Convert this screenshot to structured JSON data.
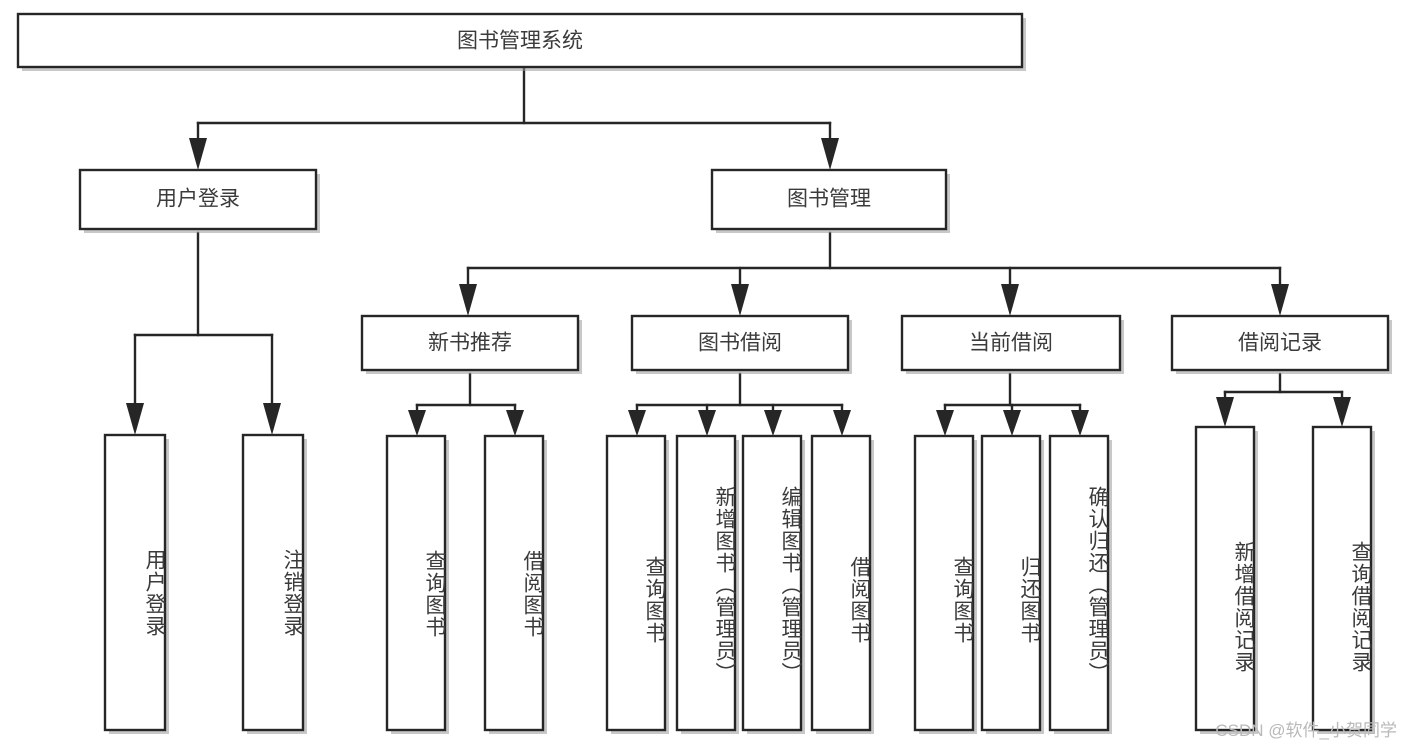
{
  "diagram": {
    "type": "tree",
    "title": "图书管理系统",
    "root": {
      "label": "图书管理系统"
    },
    "level2": [
      {
        "label": "用户登录"
      },
      {
        "label": "图书管理"
      }
    ],
    "level3": [
      {
        "label": "新书推荐"
      },
      {
        "label": "图书借阅"
      },
      {
        "label": "当前借阅"
      },
      {
        "label": "借阅记录"
      }
    ],
    "leaves": {
      "user_login": [
        {
          "label": "用户登录"
        },
        {
          "label": "注销登录"
        }
      ],
      "new_book_recommend": [
        {
          "label": "查询图书"
        },
        {
          "label": "借阅图书"
        }
      ],
      "book_borrow": [
        {
          "label": "查询图书"
        },
        {
          "label": "新增图书（管理员）"
        },
        {
          "label": "编辑图书（管理员）"
        },
        {
          "label": "借阅图书"
        }
      ],
      "current_borrow": [
        {
          "label": "查询图书"
        },
        {
          "label": "归还图书"
        },
        {
          "label": "确认归还（管理员）"
        }
      ],
      "borrow_record": [
        {
          "label": "新增借阅记录"
        },
        {
          "label": "查询借阅记录"
        }
      ]
    }
  },
  "watermark": {
    "text": "CSDN @软件_小贺同学"
  },
  "colors": {
    "stroke": "#262626",
    "text": "#3b3b3b",
    "background": "#ffffff",
    "watermark": "#b9b9b9"
  }
}
